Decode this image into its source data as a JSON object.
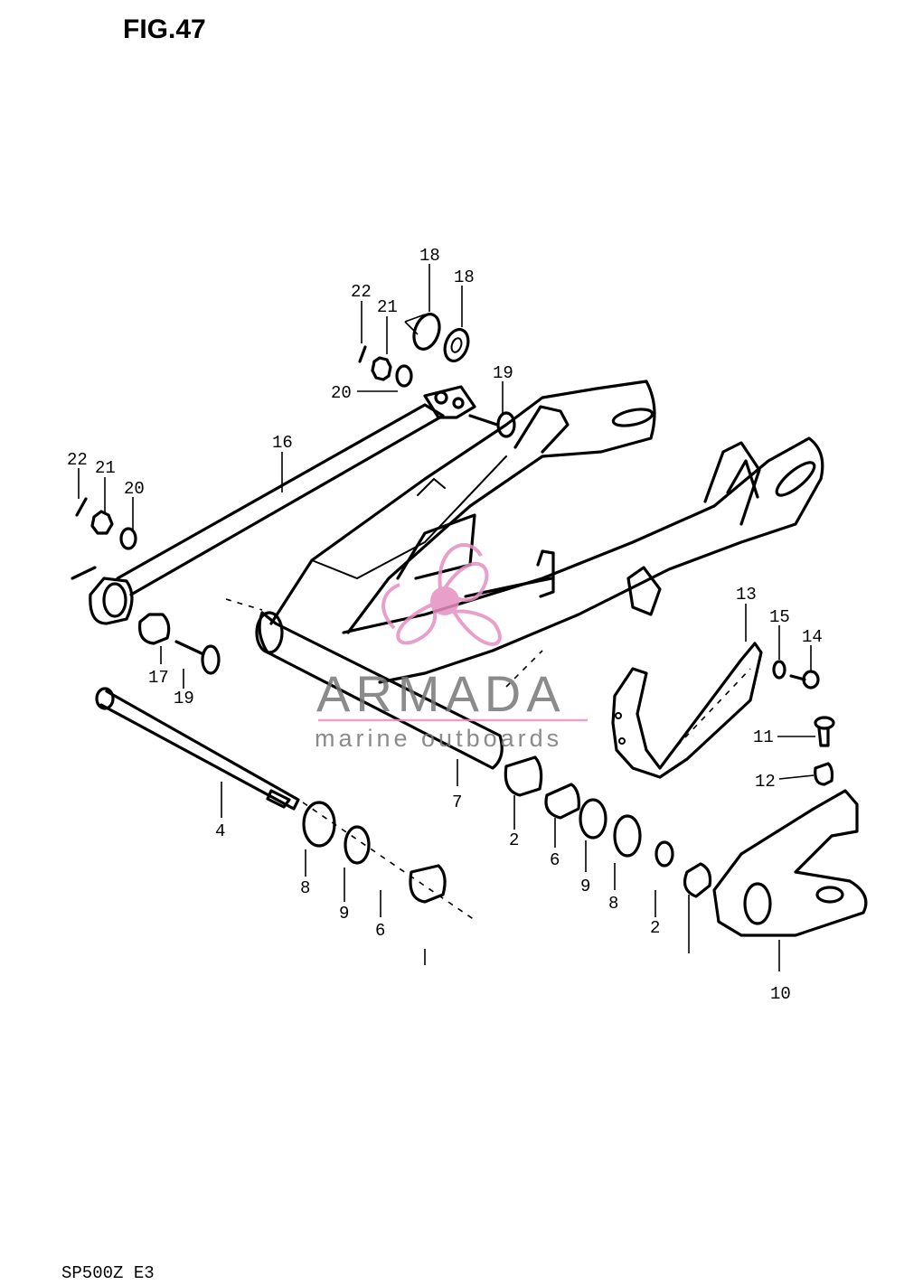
{
  "figure": {
    "title": "FIG.47",
    "code": "SP500Z E3"
  },
  "watermark": {
    "name": "ARMADA",
    "tagline": "marine outboards",
    "accent_color": "#e58fc0",
    "text_color": "#777777",
    "icon": "propeller-icon"
  },
  "callouts": [
    {
      "id": "c18a",
      "label": "18"
    },
    {
      "id": "c18b",
      "label": "18"
    },
    {
      "id": "c22a",
      "label": "22"
    },
    {
      "id": "c21a",
      "label": "21"
    },
    {
      "id": "c20a",
      "label": "20"
    },
    {
      "id": "c19a",
      "label": "19"
    },
    {
      "id": "c16",
      "label": "16"
    },
    {
      "id": "c22b",
      "label": "22"
    },
    {
      "id": "c21b",
      "label": "21"
    },
    {
      "id": "c20b",
      "label": "20"
    },
    {
      "id": "c17",
      "label": "17"
    },
    {
      "id": "c19b",
      "label": "19"
    },
    {
      "id": "c13",
      "label": "13"
    },
    {
      "id": "c15",
      "label": "15"
    },
    {
      "id": "c14",
      "label": "14"
    },
    {
      "id": "c11",
      "label": "11"
    },
    {
      "id": "c12",
      "label": "12"
    },
    {
      "id": "c7",
      "label": "7"
    },
    {
      "id": "c4",
      "label": "4"
    },
    {
      "id": "c2a",
      "label": "2"
    },
    {
      "id": "c6a",
      "label": "6"
    },
    {
      "id": "c9a",
      "label": "9"
    },
    {
      "id": "c8a",
      "label": "8"
    },
    {
      "id": "c8b",
      "label": "8"
    },
    {
      "id": "c9b",
      "label": "9"
    },
    {
      "id": "c6b",
      "label": "6"
    },
    {
      "id": "c2b",
      "label": "2"
    },
    {
      "id": "c10",
      "label": "10"
    }
  ]
}
